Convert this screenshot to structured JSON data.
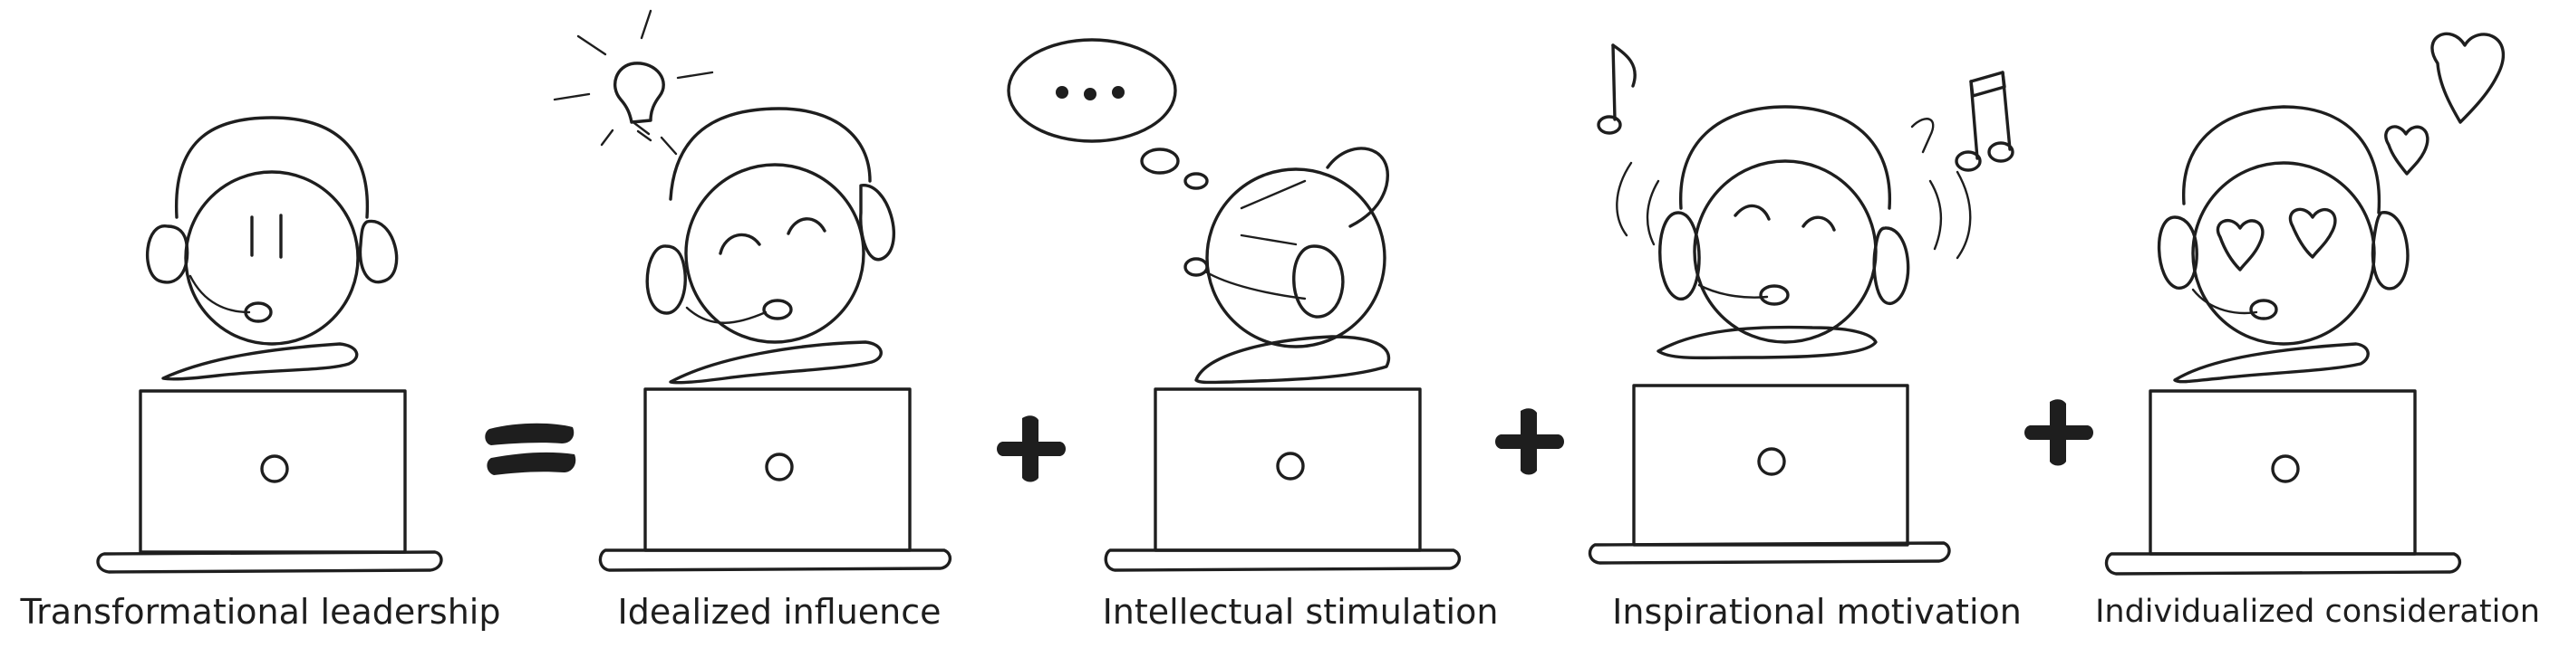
{
  "labels": {
    "transformational": "Transformational leadership",
    "idealized": "Idealized influence",
    "intellectual": "Intellectual stimulation",
    "inspirational": "Inspirational motivation",
    "individualized": "Individualized consideration"
  },
  "operators": [
    "=",
    "+",
    "+",
    "+"
  ],
  "figures": [
    {
      "name": "transformational",
      "expression": "neutral",
      "decoration": "none"
    },
    {
      "name": "idealized",
      "expression": "smiling",
      "decoration": "lightbulb-icon"
    },
    {
      "name": "intellectual",
      "expression": "turned-away",
      "decoration": "thought-bubble-icon"
    },
    {
      "name": "inspirational",
      "expression": "happy-eyes-closed",
      "decoration": "music-notes-icon"
    },
    {
      "name": "individualized",
      "expression": "heart-eyes",
      "decoration": "hearts-icon"
    }
  ],
  "colors": {
    "ink": "#1e1e1e",
    "background": "#ffffff"
  }
}
